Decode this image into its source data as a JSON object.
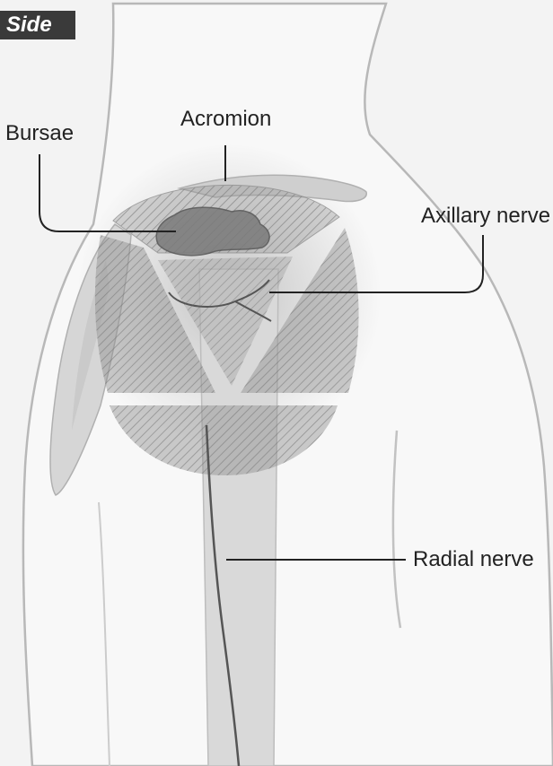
{
  "view_tag": "Side",
  "labels": {
    "bursae": "Bursae",
    "acromion": "Acromion",
    "axillary_nerve": "Axillary nerve",
    "radial_nerve": "Radial nerve"
  },
  "colors": {
    "background": "#f3f3f3",
    "body_fill": "#f7f7f7",
    "outline": "#b8b8b8",
    "zone_fill": "#8e8e8e",
    "leader": "#222222"
  }
}
